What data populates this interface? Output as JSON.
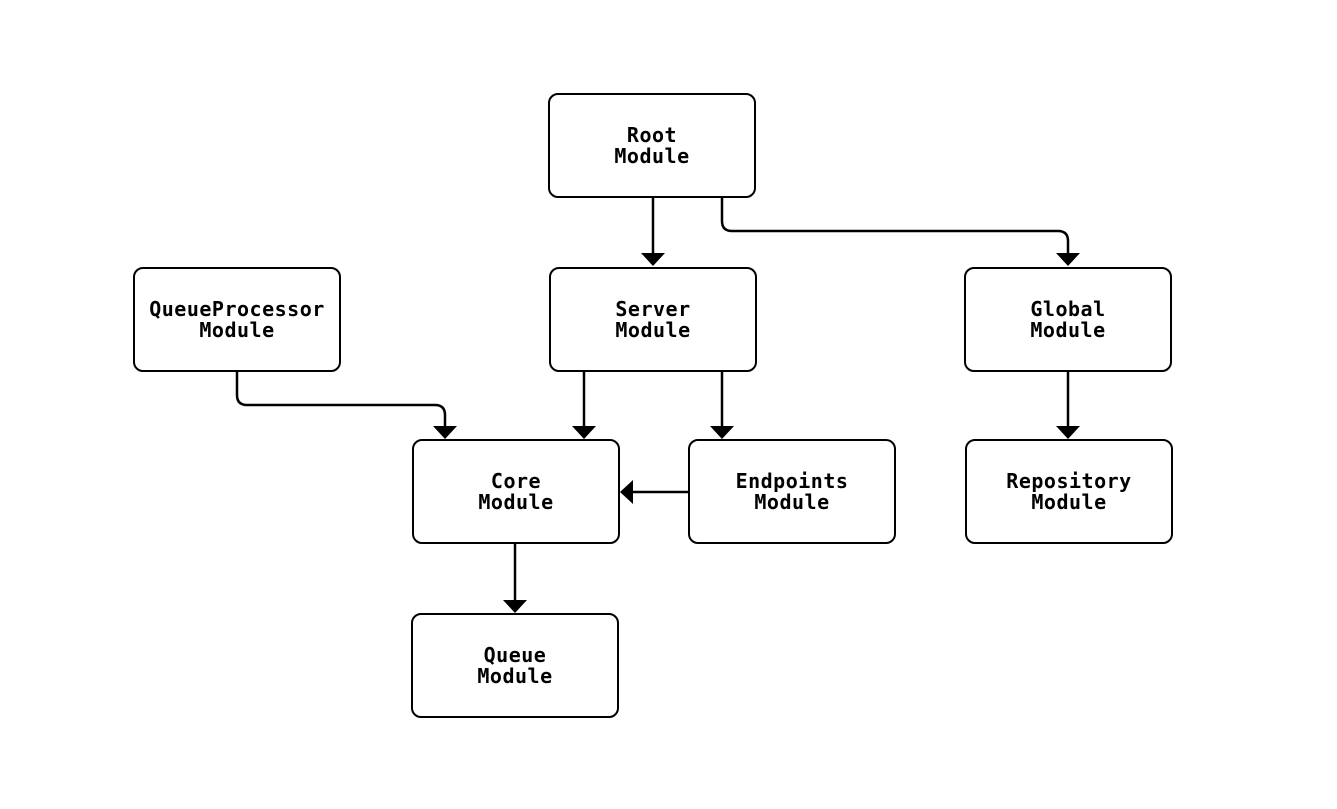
{
  "diagram": {
    "type": "flowchart",
    "background_color": "#ffffff",
    "node_fill_color": "#ffffff",
    "node_border_color": "#000000",
    "edge_color": "#000000",
    "text_color": "#000000",
    "nodes": [
      {
        "id": "root",
        "label": "Root Module",
        "line1": "Root",
        "line2": "Module"
      },
      {
        "id": "queueprocessor",
        "label": "QueueProcessor Module",
        "line1": "QueueProcessor",
        "line2": "Module"
      },
      {
        "id": "server",
        "label": "Server Module",
        "line1": "Server",
        "line2": "Module"
      },
      {
        "id": "global",
        "label": "Global Module",
        "line1": "Global",
        "line2": "Module"
      },
      {
        "id": "core",
        "label": "Core Module",
        "line1": "Core",
        "line2": "Module"
      },
      {
        "id": "endpoints",
        "label": "Endpoints Module",
        "line1": "Endpoints",
        "line2": "Module"
      },
      {
        "id": "repository",
        "label": "Repository Module",
        "line1": "Repository",
        "line2": "Module"
      },
      {
        "id": "queue",
        "label": "Queue Module",
        "line1": "Queue",
        "line2": "Module"
      }
    ],
    "edges": [
      {
        "from": "Root Module",
        "to": "Server Module"
      },
      {
        "from": "Root Module",
        "to": "Global Module"
      },
      {
        "from": "QueueProcessor Module",
        "to": "Core Module"
      },
      {
        "from": "Server Module",
        "to": "Core Module"
      },
      {
        "from": "Server Module",
        "to": "Endpoints Module"
      },
      {
        "from": "Endpoints Module",
        "to": "Core Module"
      },
      {
        "from": "Global Module",
        "to": "Repository Module"
      },
      {
        "from": "Core Module",
        "to": "Queue Module"
      }
    ]
  }
}
